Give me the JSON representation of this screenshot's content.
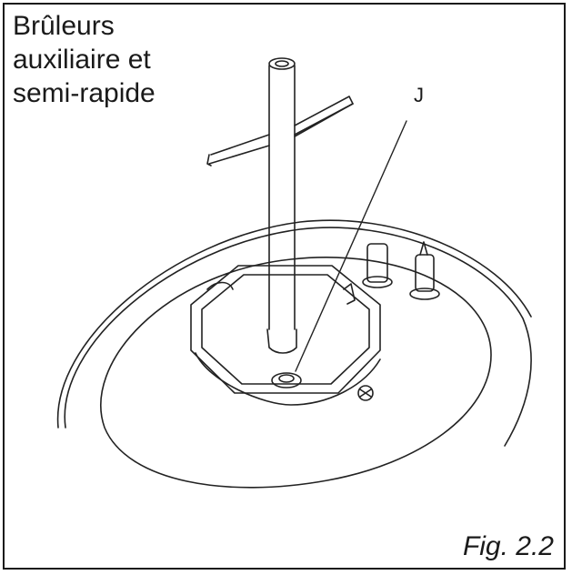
{
  "title_lines": [
    "Brûleurs",
    "auxiliaire et",
    "semi-rapide"
  ],
  "callout_label": "J",
  "figure_caption": "Fig. 2.2"
}
